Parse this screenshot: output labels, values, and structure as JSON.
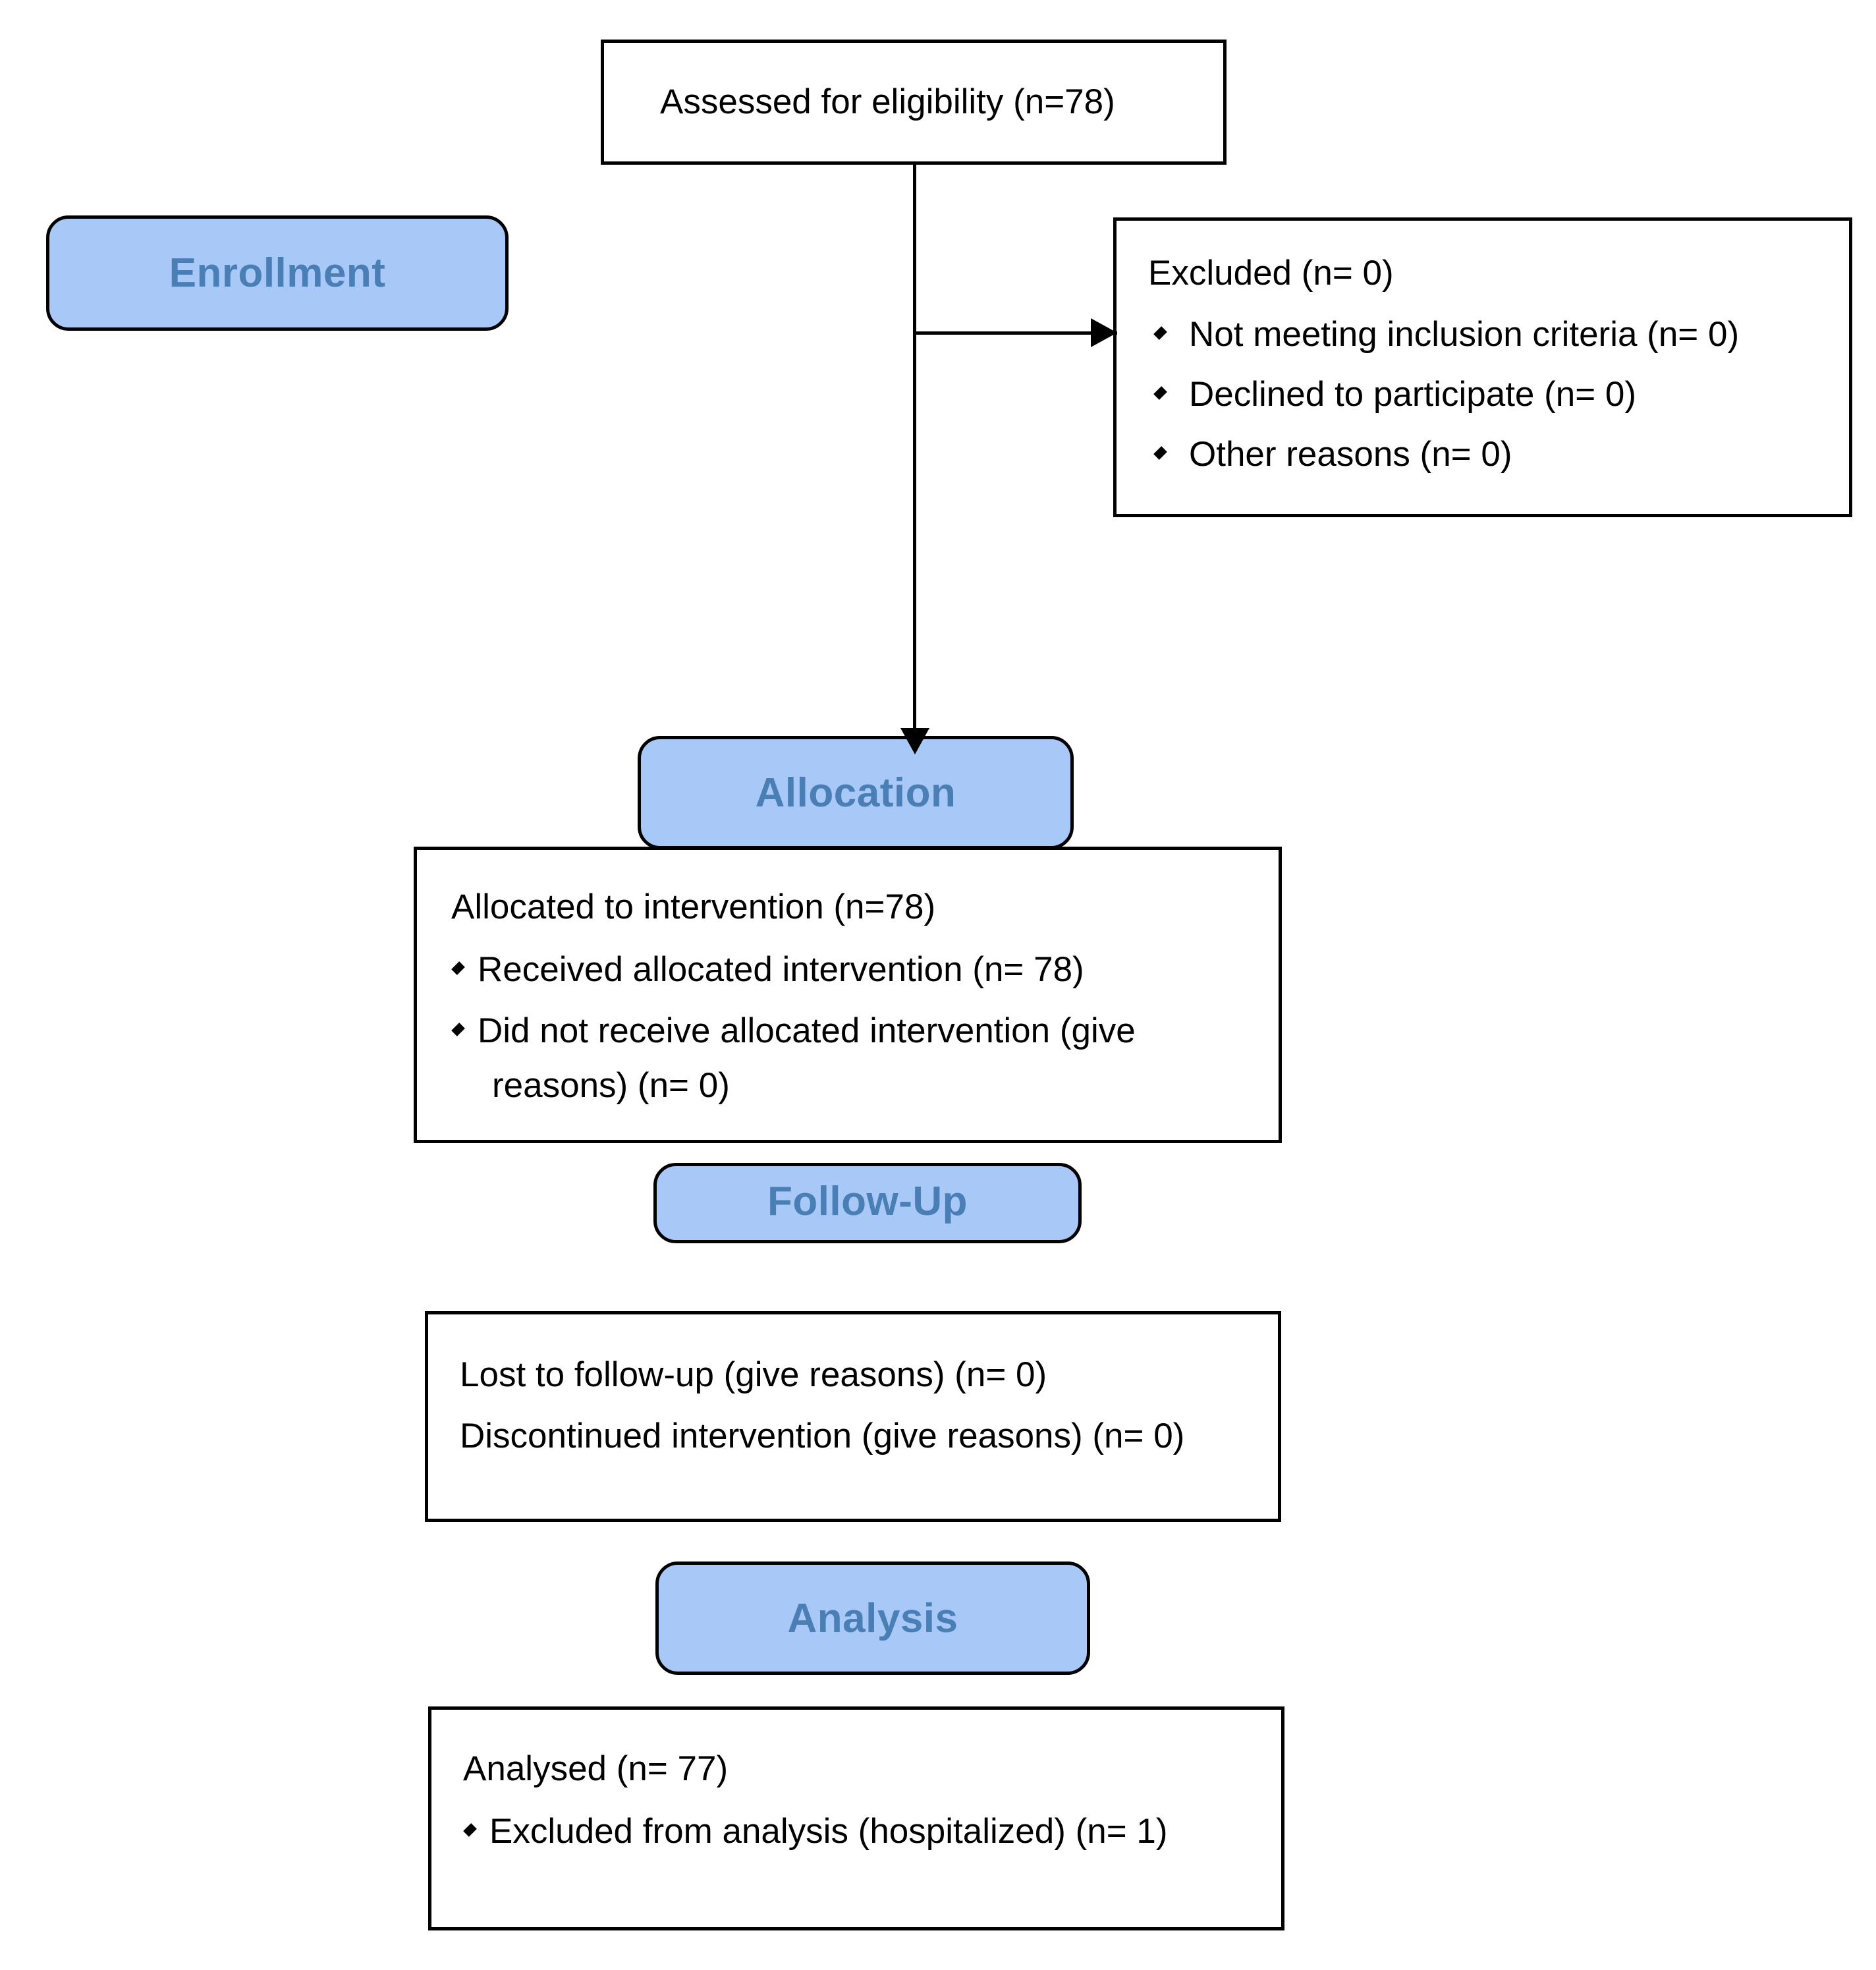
{
  "diagram": {
    "title": "CONSORT participant flow diagram",
    "accent_blue_fill": "#a8c8f8",
    "accent_blue_text": "#4a7fb5",
    "line_color": "#000000",
    "background": "#ffffff"
  },
  "stages": {
    "enrollment": "Enrollment",
    "allocation": "Allocation",
    "followup": "Follow-Up",
    "analysis": "Analysis"
  },
  "eligibility": {
    "text": "Assessed for eligibility (n=78)"
  },
  "excluded": {
    "heading": "Excluded    (n= 0)",
    "items": [
      "Not meeting inclusion criteria (n= 0)",
      "Declined to participate (n= 0)",
      "Other reasons (n= 0)"
    ]
  },
  "allocation_box": {
    "heading": "Allocated to intervention (n=78)",
    "items": [
      "Received  allocated intervention (n= 78)",
      "Did not receive allocated intervention (give"
    ],
    "item2_continuation": "reasons) (n= 0)"
  },
  "followup_box": {
    "lines": [
      "Lost to follow-up (give reasons) (n= 0)",
      "Discontinued intervention (give reasons) (n= 0)"
    ]
  },
  "analysis_box": {
    "heading": "Analysed    (n= 77)",
    "items": [
      "Excluded from analysis (hospitalized) (n= 1)"
    ]
  }
}
